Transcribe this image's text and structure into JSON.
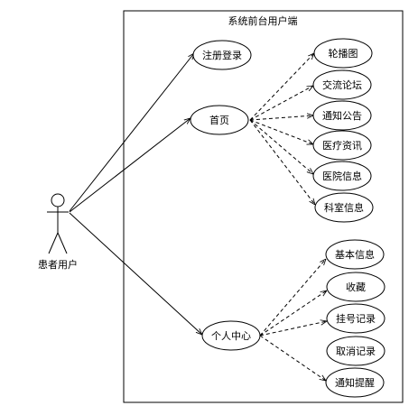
{
  "system": {
    "title": "系统前台用户端"
  },
  "actor": {
    "label": "患者用户"
  },
  "use_cases": {
    "register_login": "注册登录",
    "home": "首页",
    "user_center": "个人中心"
  },
  "home_children": [
    "轮播图",
    "交流论坛",
    "通知公告",
    "医疗资讯",
    "医院信息",
    "科室信息"
  ],
  "center_children": [
    "基本信息",
    "收藏",
    "挂号记录",
    "取消记录",
    "通知提醒"
  ]
}
